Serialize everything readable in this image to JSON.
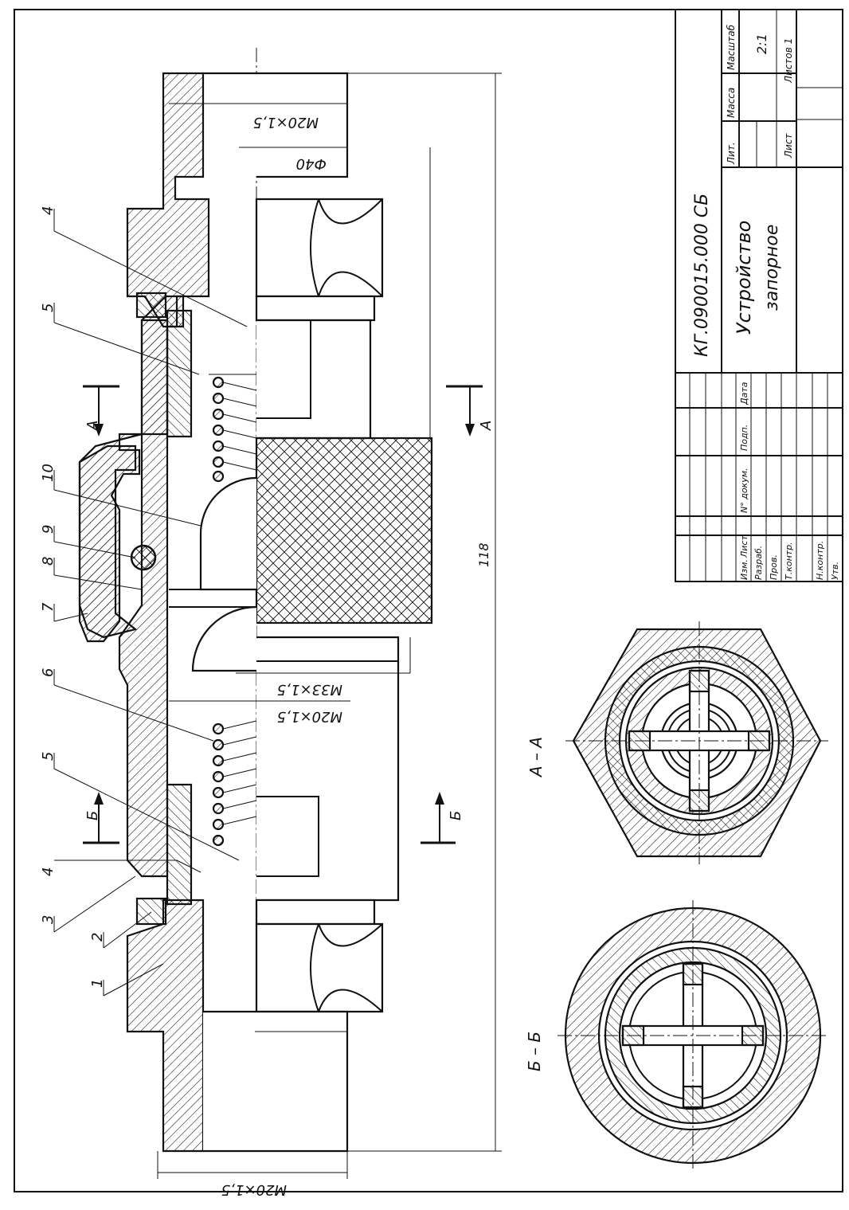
{
  "title_block": {
    "designation": "КГ.090015.000 СБ",
    "name_line1": "Устройство",
    "name_line2": "запорное",
    "col_lit": "Лит.",
    "col_mass": "Масса",
    "col_scale": "Масштаб",
    "scale_value": "2:1",
    "sheet_label": "Лист",
    "sheets_label": "Листов 1",
    "h_izm": "Изм.",
    "h_list": "Лист",
    "h_doc": "N° докум.",
    "h_sign": "Подп.",
    "h_date": "Дата",
    "r_razrab": "Разраб.",
    "r_prov": "Пров.",
    "r_tkontr": "Т.контр.",
    "r_nkontr": "Н.контр.",
    "r_utv": "Утв."
  },
  "dimensions": {
    "thread_top": "M20×1,5",
    "diameter": "Ф40",
    "length": "118",
    "thread_mid_big": "M33×1,5",
    "thread_mid_small": "M20×1,5",
    "thread_bottom": "M20×1,5"
  },
  "section_marks": {
    "a": "А",
    "b": "Б"
  },
  "section_views": {
    "aa_label": "А – А",
    "bb_label": "Б – Б"
  },
  "leaders": [
    "4",
    "5",
    "10",
    "9",
    "8",
    "7",
    "6",
    "5",
    "4",
    "3",
    "2",
    "1"
  ]
}
